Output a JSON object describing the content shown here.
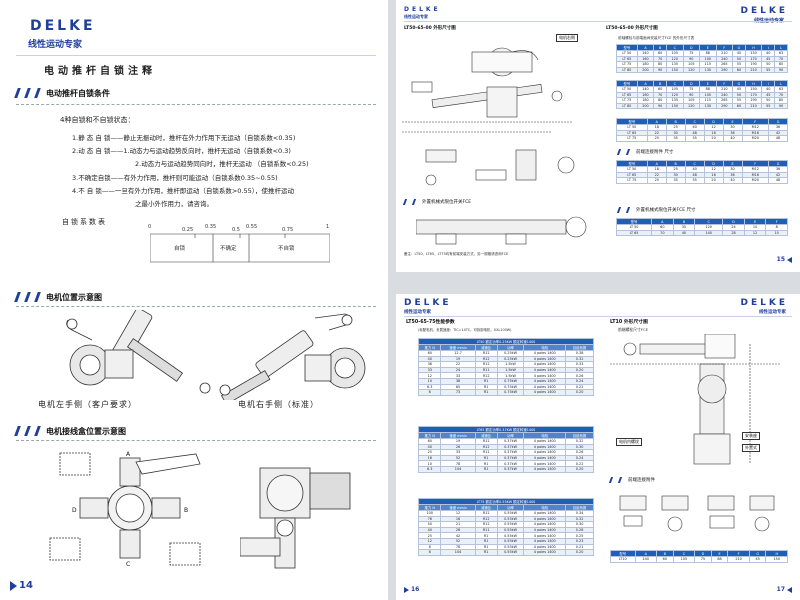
{
  "left_page": {
    "logo": "DELKE",
    "logo_sub": "线性运动专家",
    "title": "电动推杆自锁注释",
    "sec1": "电动推杆自锁条件",
    "intro": "4种自锁和不自锁状态：",
    "items": [
      "1.静 态 自 锁——静止无振动时，推杆在外力作用下无运动（自锁系数<0.35)",
      "2.动 态 自 锁——1.动态力与运动趋势反向时，推杆无运动（自锁系数<0.3)",
      "2.动态力与运动趋势同向时，推杆无运动  （自锁系数<0.25)",
      "3.不确定自锁——有外力作用，推杆则可能运动（自锁系数0.35~0.55)",
      "4.不    自   锁——一旦有外力作用，推杆即运动（自锁系数>0.55），使推杆运动",
      "之最小外作用力，请咨询。"
    ],
    "scale_title": "自锁系数表",
    "scale_ticks": [
      "0",
      "0.25",
      "0.35",
      "0.5",
      "0.55",
      "0.75",
      "1"
    ],
    "scale_bands": [
      "自锁",
      "不确定",
      "不自锁"
    ],
    "sec2": "电机位置示意图",
    "motor_left": "电机左手侧（客户要求）",
    "motor_right": "电机右手侧（标准）",
    "sec3": "电机接线盒位置示意图",
    "page_num": "14"
  },
  "top_right_page": {
    "logo": "DELKE",
    "logo_sub": "线性运动专家",
    "drawing_title_left": "LT50-65-00  外形尺寸图",
    "drawing_title_right": "LT50-65-00  外形尺寸图",
    "sub_table_title": "前轴螺栓与前端面间安装尺寸FCE 的外形尺寸表",
    "sec_mount": "外置机械式限位开关FCE",
    "sec_conn": "前端连接附件   尺寸",
    "sec_fce": "外置机械式限位开关FCE  尺寸",
    "label_motor_side": "电机右侧",
    "note": "备注：LT50、LT65、LT75均有前端安装方式，另一规格请咨询FCE",
    "page_num": "15"
  },
  "bottom_right_page": {
    "logo": "DELKE",
    "logo_sub": "线性运动专家",
    "tech_title": "LT50-65-75性能参数",
    "tech_subtitle": "(标配电机，负载速度：TIC=14TC，可拆卸电机，XXL100W)",
    "drawing_title": "LT10  外形尺寸图",
    "sub_title": "前端螺栓尺寸FCE",
    "sec_conn": "前端连接附件",
    "label_inner": "电机内螺纹",
    "label_swivel": "安装座",
    "label_outer": "外置式",
    "page_num_left": "16",
    "page_num_right": "17"
  },
  "tables": {
    "group1": {
      "caption": "LT50  额定功率0.25KW  额定转速1400",
      "head": [
        "推力 N",
        "速度 mm/s",
        "减速比",
        "功率",
        "电机",
        "自锁系数"
      ],
      "rows": [
        [
          "60",
          "12.7",
          "R12",
          "0.25kW",
          "4 poles 1400",
          "0.38"
        ],
        [
          "40",
          "19",
          "R12",
          "0.25kW",
          "4 poles 1400",
          "0.32"
        ],
        [
          "36",
          "22",
          "R12",
          "1.5kW",
          "4 poles 1400",
          "0.33"
        ],
        [
          "33",
          "24",
          "R11",
          "1.5kW",
          "4 poles 1400",
          "0.20"
        ],
        [
          "12",
          "33",
          "R12",
          "1.5kW",
          "4 poles 1400",
          "0.26"
        ],
        [
          "10",
          "38",
          "R1",
          "0.75kW",
          "4 poles 1400",
          "0.24"
        ],
        [
          "6.3",
          "65",
          "R1",
          "0.75kW",
          "4 poles 1400",
          "0.22"
        ],
        [
          "6",
          "73",
          "R1",
          "0.75kW",
          "4 poles 1400",
          "0.20"
        ]
      ]
    },
    "group2": {
      "caption": "LT65  额定功率0.37KW  额定转速1400",
      "head": [
        "推力 N",
        "速度 mm/s",
        "减速比",
        "功率",
        "电机",
        "自锁系数"
      ],
      "rows": [
        [
          "60",
          "19",
          "R12",
          "0.37kW",
          "4 poles 1400",
          "0.32"
        ],
        [
          "40",
          "26",
          "R12",
          "0.37kW",
          "4 poles 1400",
          "0.30"
        ],
        [
          "25",
          "33",
          "R11",
          "0.37kW",
          "4 poles 1400",
          "0.26"
        ],
        [
          "16",
          "52",
          "R1",
          "0.37kW",
          "4 poles 1400",
          "0.24"
        ],
        [
          "10",
          "78",
          "R1",
          "0.37kW",
          "4 poles 1400",
          "0.22"
        ],
        [
          "6.3",
          "104",
          "R1",
          "0.37kW",
          "4 poles 1400",
          "0.20"
        ]
      ]
    },
    "group3": {
      "caption": "LT75  额定功率0.55KW  额定转速1400",
      "head": [
        "推力 N",
        "速度 mm/s",
        "减速比",
        "功率",
        "电机",
        "自锁系数"
      ],
      "rows": [
        [
          "100",
          "12",
          "R12",
          "0.55kW",
          "4 poles 1400",
          "0.34"
        ],
        [
          "76",
          "16",
          "R12",
          "0.55kW",
          "4 poles 1400",
          "0.32"
        ],
        [
          "50",
          "21",
          "R12",
          "0.55kW",
          "4 poles 1400",
          "0.30"
        ],
        [
          "40",
          "26",
          "R11",
          "0.55kW",
          "4 poles 1400",
          "0.28"
        ],
        [
          "25",
          "42",
          "R1",
          "0.55kW",
          "4 poles 1400",
          "0.25"
        ],
        [
          "12",
          "52",
          "R1",
          "0.55kW",
          "4 poles 1400",
          "0.23"
        ],
        [
          "8",
          "78",
          "R1",
          "0.55kW",
          "4 poles 1400",
          "0.21"
        ],
        [
          "6",
          "104",
          "R1",
          "0.55kW",
          "4 poles 1400",
          "0.20"
        ]
      ]
    },
    "dims_a": {
      "head": [
        "型号",
        "A",
        "B",
        "C",
        "D",
        "E",
        "F",
        "G",
        "H",
        "I",
        "L"
      ],
      "rows": [
        [
          "LT 50",
          "140",
          "60",
          "105",
          "75",
          "88",
          "210",
          "45",
          "150",
          "40",
          "63"
        ],
        [
          "LT 65",
          "160",
          "70",
          "120",
          "90",
          "100",
          "240",
          "50",
          "170",
          "45",
          "70"
        ],
        [
          "LT 75",
          "180",
          "80",
          "135",
          "105",
          "115",
          "265",
          "55",
          "190",
          "50",
          "80"
        ],
        [
          "LT 80",
          "200",
          "90",
          "150",
          "120",
          "130",
          "290",
          "60",
          "210",
          "55",
          "90"
        ]
      ]
    },
    "dims_b": {
      "head": [
        "型号",
        "A",
        "B",
        "C",
        "D",
        "E",
        "F",
        "G"
      ],
      "rows": [
        [
          "LT 50",
          "18",
          "25",
          "40",
          "12",
          "30",
          "M12",
          "36"
        ],
        [
          "LT 65",
          "22",
          "30",
          "48",
          "16",
          "36",
          "M16",
          "42"
        ],
        [
          "LT 75",
          "25",
          "35",
          "55",
          "20",
          "40",
          "M20",
          "48"
        ]
      ]
    },
    "dims_c": {
      "head": [
        "型号",
        "A",
        "B",
        "C",
        "D",
        "E",
        "F"
      ],
      "rows": [
        [
          "LT 50",
          "60",
          "35",
          "120",
          "24",
          "10",
          "8"
        ],
        [
          "LT 65",
          "70",
          "40",
          "140",
          "28",
          "12",
          "10"
        ]
      ]
    },
    "dims_d": {
      "head": [
        "型号",
        "A",
        "B",
        "C",
        "D",
        "E",
        "F",
        "G",
        "H"
      ],
      "rows": [
        [
          "LT10",
          "140",
          "60",
          "105",
          "75",
          "88",
          "210",
          "45",
          "150"
        ]
      ]
    }
  }
}
